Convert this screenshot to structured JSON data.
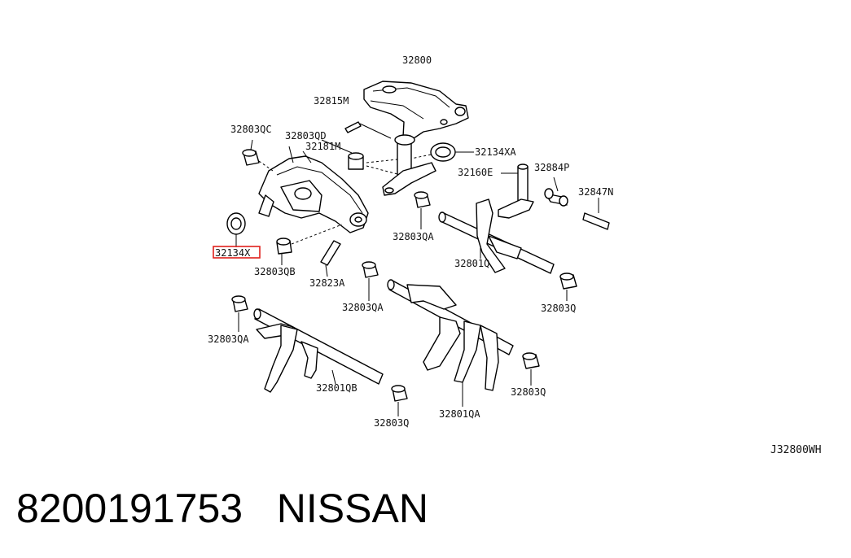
{
  "diagram_code": "J32800WH",
  "footer": {
    "part_number": "8200191753",
    "brand": "NISSAN"
  },
  "highlight_color": "#e0201c",
  "highlighted_label": "32134X",
  "labels": {
    "l32800": "32800",
    "l32815M": "32815M",
    "l32803QC": "32803QC",
    "l32803QD": "32803QD",
    "l32181M": "32181M",
    "l32134XA": "32134XA",
    "l32160E": "32160E",
    "l32884P": "32884P",
    "l32847N": "32847N",
    "l32134X": "32134X",
    "l32803QB": "32803QB",
    "l32823A": "32823A",
    "l32803QA_1": "32803QA",
    "l32801Q": "32801Q",
    "l32803QA_2": "32803QA",
    "l32803Q_1": "32803Q",
    "l32803QA_3": "32803QA",
    "l32801QB": "32801QB",
    "l32803Q_2": "32803Q",
    "l32801QA": "32801QA",
    "l32803Q_3": "32803Q"
  }
}
